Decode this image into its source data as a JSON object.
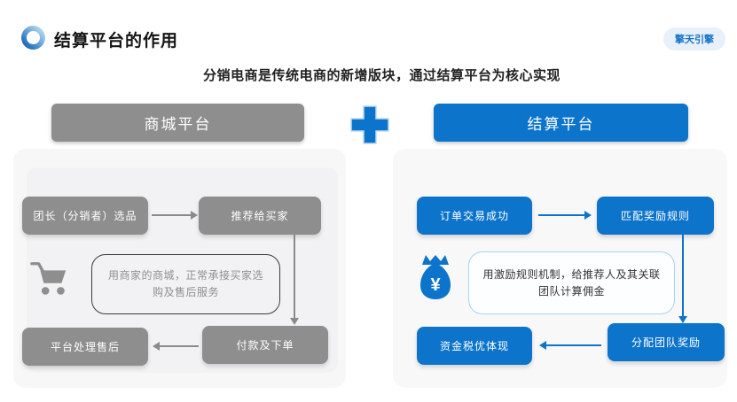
{
  "header": {
    "title": "结算平台的作用",
    "badge": "擎天引擎",
    "logo_icon": "ring-logo-icon"
  },
  "subtitle": "分销电商是传统电商的新增版块，通过结算平台为核心实现",
  "connector": {
    "icon": "plus-icon"
  },
  "mall": {
    "header": "商城平台",
    "step_select": "团长（分销者）选品",
    "step_recommend": "推荐给买家",
    "step_pay": "付款及下单",
    "step_aftersale": "平台处理售后",
    "note": "用商家的商城，正常承接买家选购及售后服务",
    "icon": "shopping-cart-icon"
  },
  "settlement": {
    "header": "结算平台",
    "step_order": "订单交易成功",
    "step_match": "匹配奖励规则",
    "step_distribute": "分配团队奖励",
    "step_tax": "资金税优体现",
    "note": "用激励规则机制，给推荐人及其关联团队计算佣金",
    "icon": "money-bag-icon",
    "currency": "¥"
  },
  "colors": {
    "primary_blue": "#0d74cc",
    "gray_box": "#8e8e8e",
    "panel_bg": "#f7f7f8",
    "badge_bg": "#e8f1fb",
    "badge_text": "#1472cc"
  }
}
